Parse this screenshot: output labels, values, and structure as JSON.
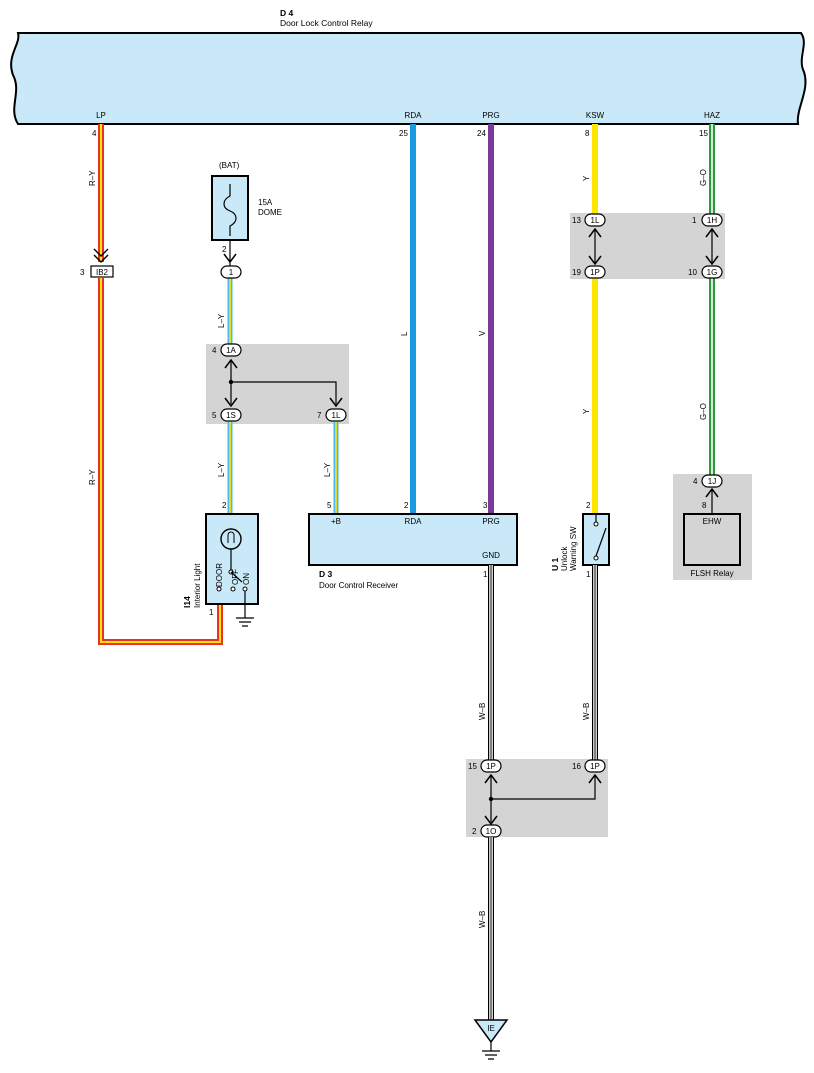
{
  "relay_d4": {
    "code": "D 4",
    "name": "Door Lock Control Relay",
    "terminals": [
      {
        "label": "LP",
        "pin": "4",
        "wire": "R–Y"
      },
      {
        "label": "RDA",
        "pin": "25",
        "wire": "L"
      },
      {
        "label": "PRG",
        "pin": "24",
        "wire": "V"
      },
      {
        "label": "KSW",
        "pin": "8",
        "wire": "Y"
      },
      {
        "label": "HAZ",
        "pin": "15",
        "wire": "G–O"
      }
    ]
  },
  "fuse": {
    "source": "(BAT)",
    "amp": "15A",
    "name": "DOME",
    "out_pin": "2"
  },
  "connectors": {
    "ib2": {
      "id": "IB2",
      "pin": "3"
    },
    "c1": {
      "id": "1"
    },
    "c1a": {
      "id": "1A",
      "pin": "4"
    },
    "c1s": {
      "id": "1S",
      "pin": "5"
    },
    "c1l_left": {
      "id": "1L",
      "pin": "7"
    },
    "c1l_right": {
      "id": "1L",
      "pin": "13"
    },
    "c1h": {
      "id": "1H",
      "pin": "1"
    },
    "c1p_ksw": {
      "id": "1P",
      "pin": "19"
    },
    "c1g": {
      "id": "1G",
      "pin": "10"
    },
    "c1j": {
      "id": "1J",
      "pin": "4"
    },
    "c1p_gnd_l": {
      "id": "1P",
      "pin": "15"
    },
    "c1p_gnd_r": {
      "id": "1P",
      "pin": "16"
    },
    "c1o": {
      "id": "1O",
      "pin": "2"
    }
  },
  "wires": {
    "ly_upper": "L–Y",
    "ly_lower": "L–Y",
    "ly_right": "L–Y",
    "ry_lower": "R–Y",
    "y_lower": "Y",
    "go_lower": "G–O",
    "wb_left": "W–B",
    "wb_right": "W–B",
    "wb_bottom": "W–B"
  },
  "interior_light": {
    "code": "I14",
    "name": "Interior Light",
    "pin_top": "2",
    "pin_bottom": "1",
    "positions": [
      "DOOR",
      "OFF",
      "ON"
    ]
  },
  "receiver_d3": {
    "code": "D 3",
    "name": "Door Control Receiver",
    "terminals": [
      {
        "label": "+B",
        "pin": "5"
      },
      {
        "label": "RDA",
        "pin": "2"
      },
      {
        "label": "PRG",
        "pin": "3"
      },
      {
        "label": "GND",
        "pin": "1"
      }
    ]
  },
  "unlock_sw": {
    "code": "U 1",
    "name_line1": "Unlock",
    "name_line2": "Warning SW",
    "pin_top": "2",
    "pin_bottom": "1"
  },
  "flsh_relay": {
    "label": "EHW",
    "name": "FLSH Relay",
    "pin": "8"
  },
  "ground": {
    "id": "IE"
  },
  "colors": {
    "relay_fill": "#c9e9f8",
    "splice_gray": "#d4d4d4",
    "red": "#e8312a",
    "yellow": "#ffe600",
    "blue": "#1a9be0",
    "violet": "#7a3a96",
    "green": "#2e9a3c",
    "light_blue": "#4fb8ea"
  }
}
